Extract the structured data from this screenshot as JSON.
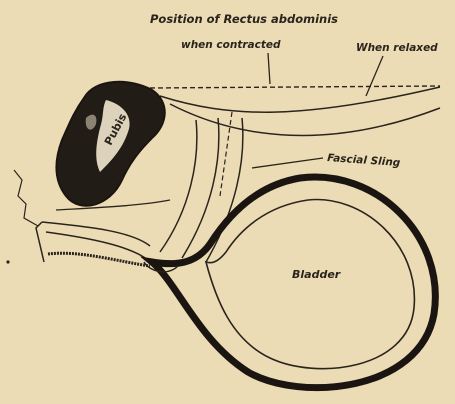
{
  "diagram": {
    "labels": {
      "position_line1": "Position of Rectus abdominis",
      "position_line2": "when contracted",
      "relaxed": "When relaxed",
      "fascial_sling": "Fascial Sling",
      "pubis": "Pubis",
      "bladder": "Bladder"
    },
    "colors": {
      "ink": "#2a241c",
      "paper": "#ebdcb6",
      "bone_light": "#f2e8ce"
    }
  }
}
